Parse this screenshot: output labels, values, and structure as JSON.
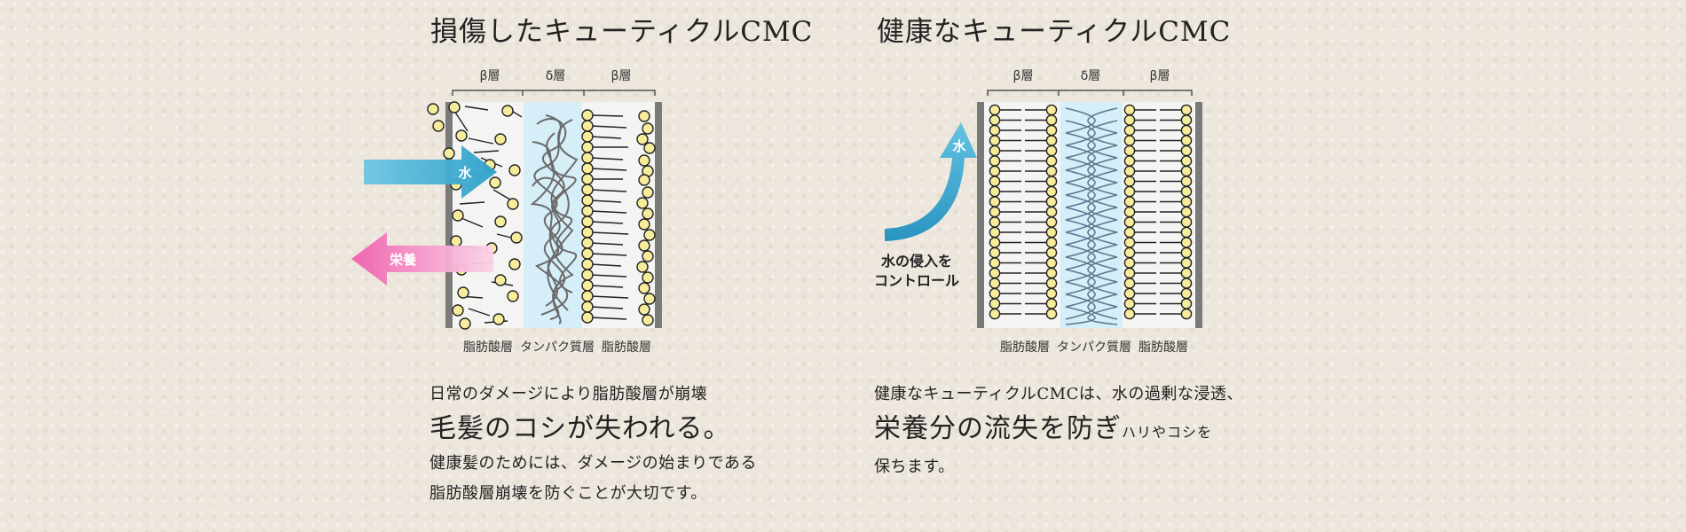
{
  "left": {
    "title": "損傷したキューティクルCMC",
    "beta_label_1": "β層",
    "delta_label": "δ層",
    "beta_label_2": "β層",
    "arrow_water": "水",
    "arrow_nutrition": "栄養",
    "bottom_fatty_1": "脂肪酸層",
    "bottom_protein": "タンパク質層",
    "bottom_fatty_2": "脂肪酸層",
    "text_line1": "日常のダメージにより脂肪酸層が崩壊",
    "text_line2": "毛髪のコシが失われる。",
    "text_line3": "健康髪のためには、ダメージの始まりである",
    "text_line4": "脂肪酸層崩壊を防ぐことが大切です。"
  },
  "right": {
    "title": "健康なキューティクルCMC",
    "beta_label_1": "β層",
    "delta_label": "δ層",
    "beta_label_2": "β層",
    "arrow_water": "水",
    "control_line1": "水の侵入を",
    "control_line2": "コントロール",
    "bottom_fatty_1": "脂肪酸層",
    "bottom_protein": "タンパク質層",
    "bottom_fatty_2": "脂肪酸層",
    "text_line1": "健康なキューティクルCMCは、水の過剰な浸透、",
    "text_line2_main": "栄養分の流失を防ぎ",
    "text_line2_small": "ハリやコシを",
    "text_line3": "保ちます。"
  },
  "colors": {
    "background": "#ece6dc",
    "lipid_head": "#f6ec9c",
    "lipid_outline": "#222222",
    "membrane": "#7a7a7a",
    "protein_zone": "#d6eef8",
    "water_arrow": "#35a8cf",
    "nutrition_arrow": "#f277b8"
  }
}
